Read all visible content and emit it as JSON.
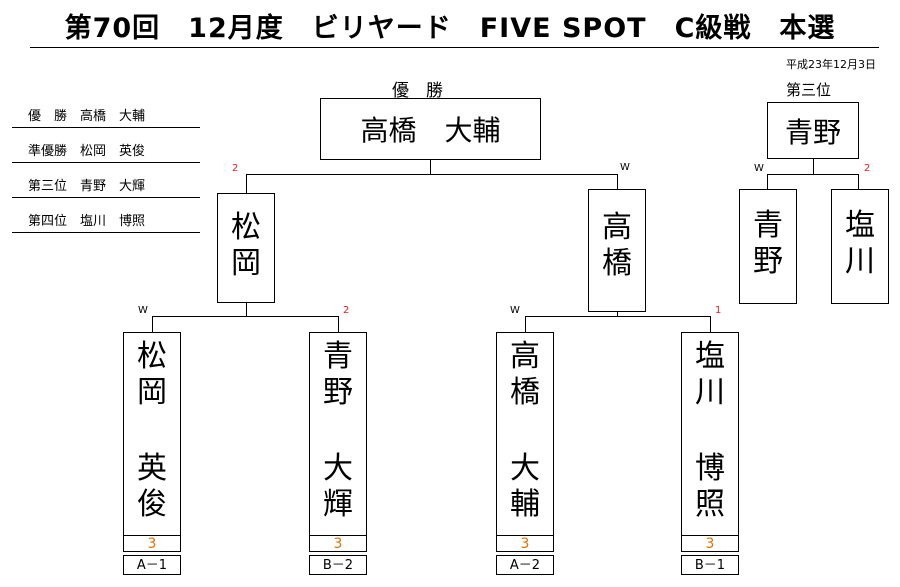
{
  "title": "第70回　12月度　ビリヤード　FIVE SPOT　C級戦　本選",
  "date": "平成23年12月3日",
  "summary": [
    {
      "rank": "優　勝",
      "name": "高橋　大輔"
    },
    {
      "rank": "準優勝",
      "name": "松岡　英俊"
    },
    {
      "rank": "第三位",
      "name": "青野　大輝"
    },
    {
      "rank": "第四位",
      "name": "塩川　博照"
    }
  ],
  "final": {
    "caption": "優　勝",
    "winner": "高橋　大輔",
    "left_result": "2",
    "right_result": "W"
  },
  "semis": [
    {
      "name": [
        "松",
        "岡"
      ],
      "left_result": "W",
      "right_result": "2"
    },
    {
      "name": [
        "高",
        "橋"
      ],
      "left_result": "W",
      "right_result": "1"
    }
  ],
  "first_round": [
    {
      "name": [
        "松",
        "岡",
        "",
        "英",
        "俊"
      ],
      "seed": "3",
      "group": "A－1"
    },
    {
      "name": [
        "青",
        "野",
        "",
        "大",
        "輝"
      ],
      "seed": "3",
      "group": "B－2"
    },
    {
      "name": [
        "高",
        "橋",
        "",
        "大",
        "輔"
      ],
      "seed": "3",
      "group": "A－2"
    },
    {
      "name": [
        "塩",
        "川",
        "",
        "博",
        "照"
      ],
      "seed": "3",
      "group": "B－1"
    }
  ],
  "third_place": {
    "caption": "第三位",
    "winner": "青野",
    "players": [
      [
        "青",
        "野"
      ],
      [
        "塩",
        "川"
      ]
    ],
    "left_result": "W",
    "right_result": "2"
  },
  "colors": {
    "result_red": "#e02020",
    "seed_orange": "#e07000"
  }
}
